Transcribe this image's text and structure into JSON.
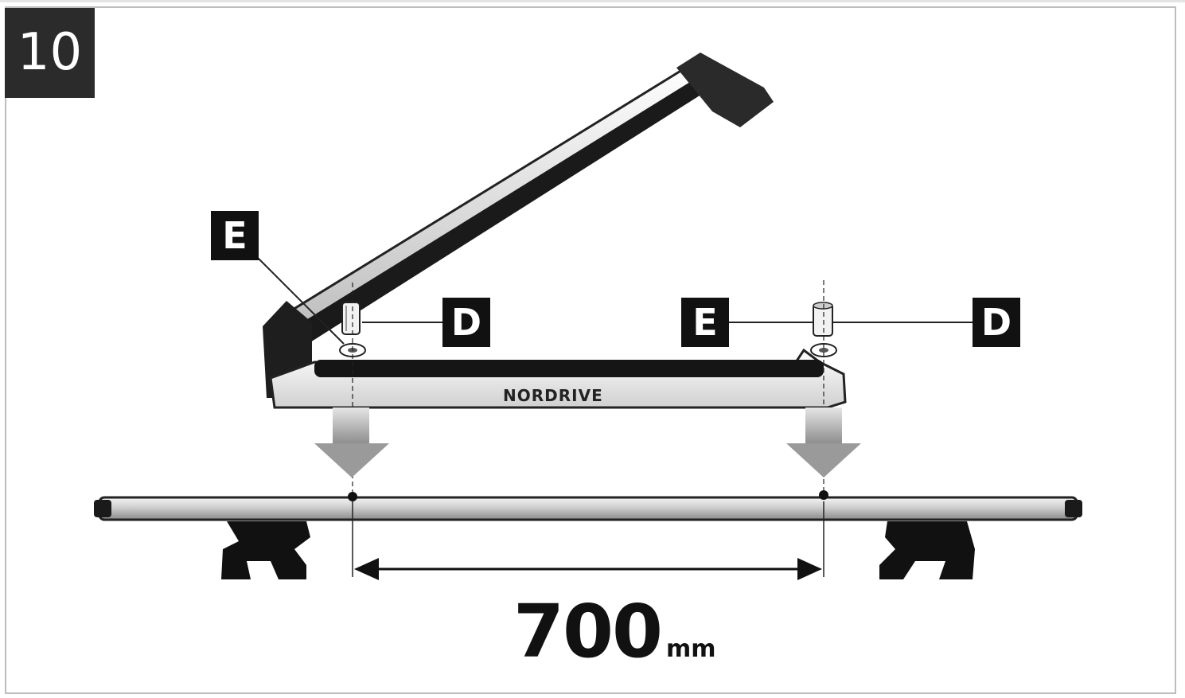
{
  "step": {
    "number": "10"
  },
  "labels": {
    "e_left": "E",
    "d_left": "D",
    "e_right": "E",
    "d_right": "D"
  },
  "brand": {
    "logo_text": "NORDRIVE"
  },
  "dimension": {
    "value": "700",
    "unit": "mm"
  },
  "colors": {
    "badge": "#2b2b2b",
    "label": "#111111",
    "arrow": "#9a9a9a",
    "bar": "#d8d8d8"
  }
}
